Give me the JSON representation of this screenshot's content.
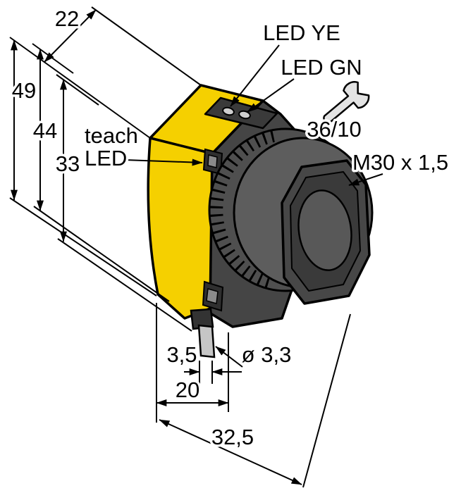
{
  "drawing": {
    "type": "technical-dimension-drawing",
    "subject": "photoelectric sensor with M30 threaded barrel and cable",
    "dimensions": {
      "width_top": "22",
      "height_total": "49",
      "height_body": "44",
      "height_slot": "33",
      "cable_offset": "3,5",
      "depth_front": "20",
      "depth_total": "32,5",
      "cable_diameter": "ø 3,3",
      "thread_spec": "M30 x 1,5",
      "torque_spec": "36/10"
    },
    "callouts": {
      "led_yellow": "LED YE",
      "led_green": "LED GN",
      "teach_line1": "teach",
      "teach_line2": "LED"
    },
    "colors": {
      "housing_yellow": "#F5D000",
      "housing_dark": "#454545",
      "barrel_gray": "#4F4F4F",
      "nut_gray": "#5D5D5D",
      "lens_gray": "#585858",
      "cable_gray": "#C6C6C6",
      "line_black": "#000000"
    }
  }
}
